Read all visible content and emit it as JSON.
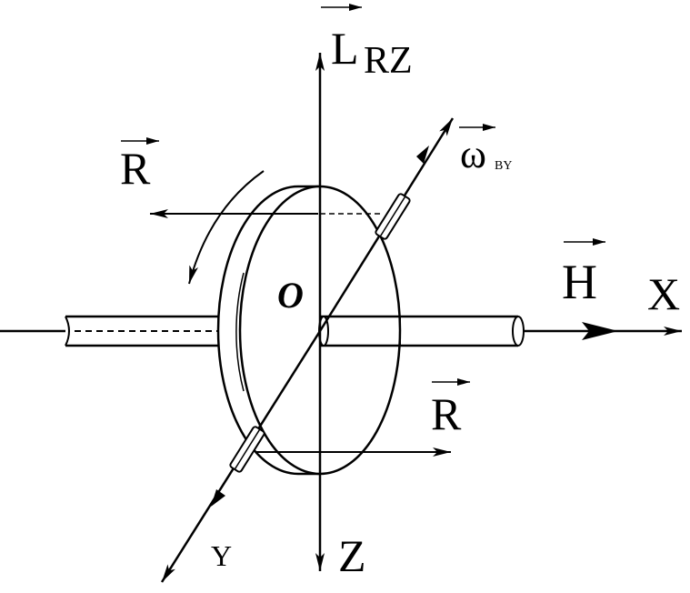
{
  "labels": {
    "lrz_main": "L",
    "lrz_sub": "RZ",
    "omega_main": "ω",
    "omega_sub": "BY",
    "r_top": "R",
    "r_bottom": "R",
    "h": "H",
    "x": "X",
    "y": "Y",
    "z": "Z",
    "origin": "O"
  },
  "colors": {
    "ink": "#000000",
    "background": "#ffffff"
  }
}
